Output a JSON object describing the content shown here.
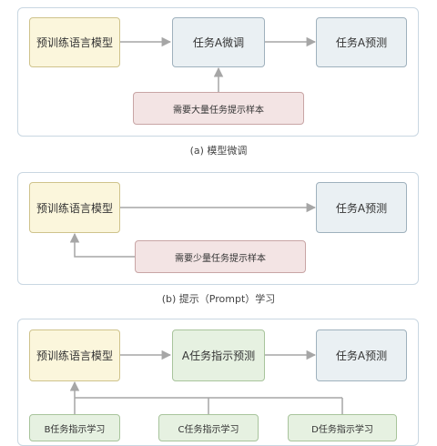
{
  "panel_a": {
    "pretrained_lm": "预训练语言模型",
    "finetune_task": "任务A微调",
    "predict": "任务A预测",
    "requirement": "需要大量任务提示样本",
    "caption": "(a) 模型微调"
  },
  "panel_b": {
    "pretrained_lm": "预训练语言模型",
    "predict": "任务A预测",
    "requirement": "需要少量任务提示样本",
    "caption": "(b) 提示（Prompt）学习"
  },
  "panel_c": {
    "pretrained_lm": "预训练语言模型",
    "instruct_predict": "A任务指示预测",
    "predict": "任务A预测",
    "instruct_b": "B任务指示学习",
    "instruct_c": "C任务指示学习",
    "instruct_d": "D任务指示学习"
  },
  "colors": {
    "panel_border": "#c9d7e2",
    "arrow": "#a6a6a6",
    "yellow_box": "#fbf6dc",
    "blue_box": "#eaf0f3",
    "pink_box": "#f3e4e4",
    "green_box": "#e6f1e1"
  }
}
